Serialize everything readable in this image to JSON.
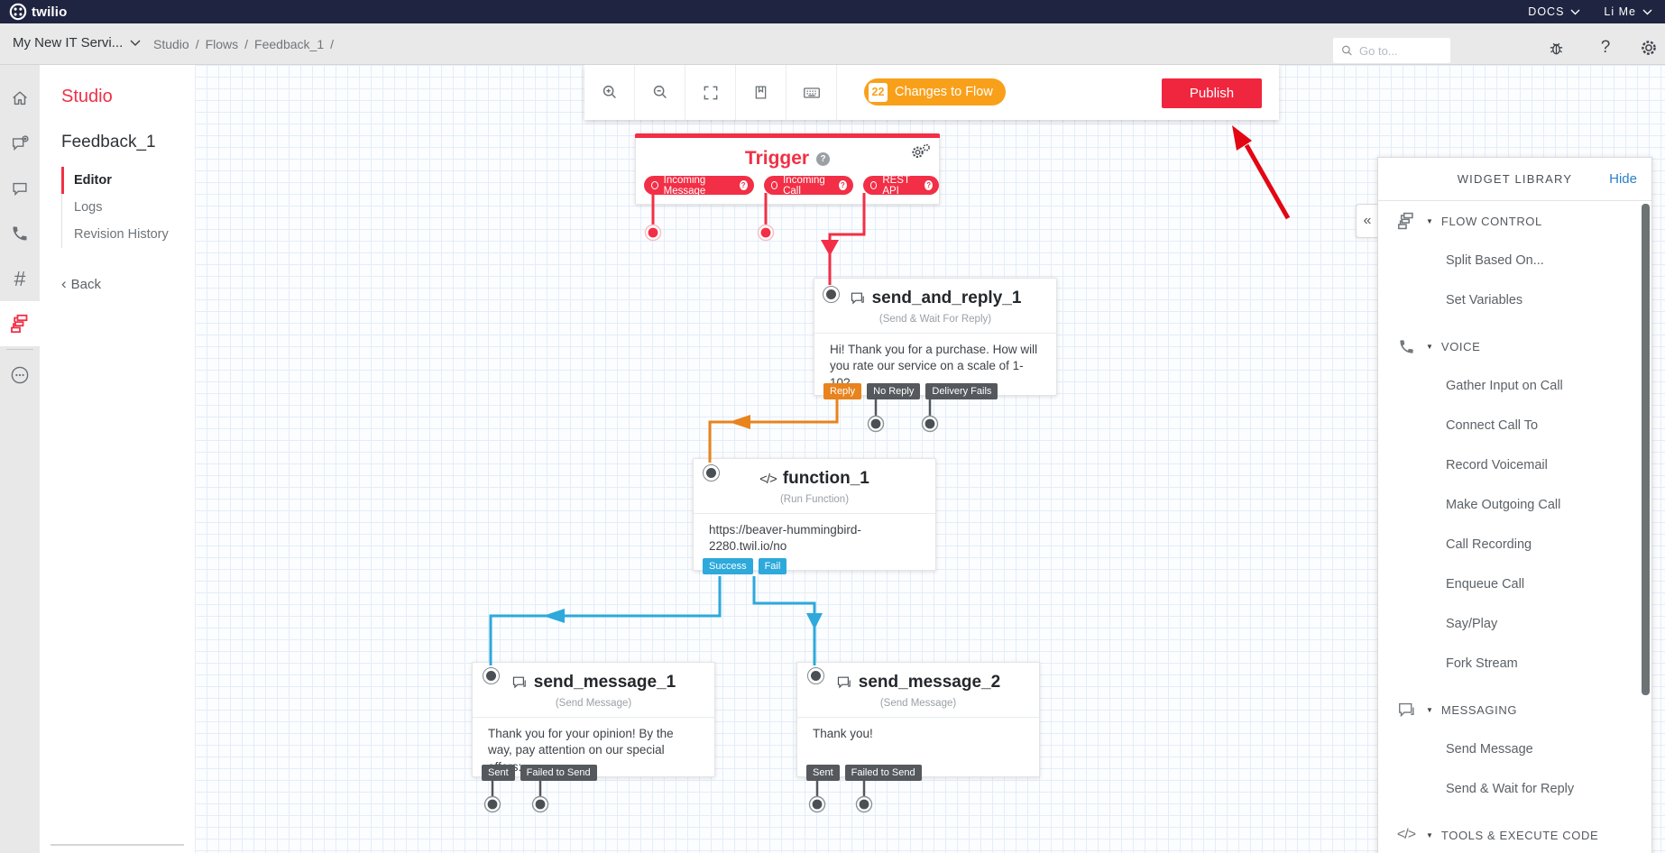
{
  "topnav": {
    "brand": "twilio",
    "docs": "DOCS",
    "user": "Li Me"
  },
  "toolbar_header": {
    "account": "My New IT Servi...",
    "breadcrumb": [
      "Studio",
      "Flows",
      "Feedback_1"
    ],
    "separator": "/",
    "search_placeholder": "Go to..."
  },
  "left_nav": {
    "title": "Studio",
    "flow_name": "Feedback_1",
    "items": [
      {
        "label": "Editor"
      },
      {
        "label": "Logs"
      },
      {
        "label": "Revision History"
      }
    ],
    "back": "Back"
  },
  "canvas_toolbar": {
    "changes_badge": "22",
    "changes_label": "Changes to Flow",
    "publish": "Publish"
  },
  "flow": {
    "trigger": {
      "title": "Trigger",
      "pills": [
        {
          "label": "Incoming Message"
        },
        {
          "label": "Incoming Call"
        },
        {
          "label": "REST API"
        }
      ]
    },
    "widgets": [
      {
        "name": "send_and_reply_1",
        "type": "(Send & Wait For Reply)",
        "body": "Hi! Thank you for a purchase. How will you rate our service on a scale of 1-10?",
        "pills": [
          {
            "label": "Reply"
          },
          {
            "label": "No Reply"
          },
          {
            "label": "Delivery Fails"
          }
        ]
      },
      {
        "name": "function_1",
        "type": "(Run Function)",
        "body": "https://beaver-hummingbird-2280.twil.io/no",
        "pills": [
          {
            "label": "Success"
          },
          {
            "label": "Fail"
          }
        ]
      },
      {
        "name": "send_message_1",
        "type": "(Send Message)",
        "body": "Thank you for your opinion! By the way, pay attention on our special offers:...",
        "pills": [
          {
            "label": "Sent"
          },
          {
            "label": "Failed to Send"
          }
        ]
      },
      {
        "name": "send_message_2",
        "type": "(Send Message)",
        "body": "Thank you!",
        "pills": [
          {
            "label": "Sent"
          },
          {
            "label": "Failed to Send"
          }
        ]
      }
    ]
  },
  "widget_library": {
    "title": "WIDGET LIBRARY",
    "hide": "Hide",
    "sections": [
      {
        "label": "FLOW CONTROL",
        "icon": "flow-icon",
        "items": [
          "Split Based On...",
          "Set Variables"
        ]
      },
      {
        "label": "VOICE",
        "icon": "phone-icon",
        "items": [
          "Gather Input on Call",
          "Connect Call To",
          "Record Voicemail",
          "Make Outgoing Call",
          "Call Recording",
          "Enqueue Call",
          "Say/Play",
          "Fork Stream"
        ]
      },
      {
        "label": "MESSAGING",
        "icon": "chat-icon",
        "items": [
          "Send Message",
          "Send & Wait for Reply"
        ]
      },
      {
        "label": "TOOLS & EXECUTE CODE",
        "icon": "code-icon",
        "items": []
      }
    ]
  },
  "colors": {
    "brand_red": "#f22f46",
    "orange": "#f9a01b",
    "reply_orange": "#e8831d",
    "blue": "#2da9db",
    "dark_pill": "#55595d",
    "link_blue": "#2a7fc9",
    "nav_bg": "#1f2440",
    "annotation_red": "#e30613"
  }
}
